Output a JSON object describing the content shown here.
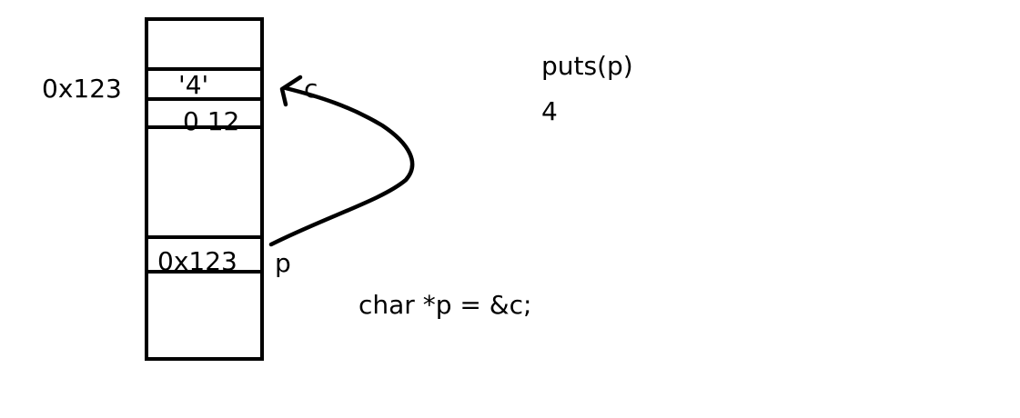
{
  "memory": {
    "cell_c_address": "0x123",
    "cell_c_value": "'4'",
    "cell_next_value": "0 12",
    "cell_p_value": "0x123"
  },
  "pointers": {
    "c_label": "c",
    "p_label": "p"
  },
  "code": {
    "declaration": "char *p = &c;",
    "call": "puts(p)",
    "output": "4"
  },
  "colors": {
    "ink": "#000000",
    "background": "#ffffff"
  }
}
